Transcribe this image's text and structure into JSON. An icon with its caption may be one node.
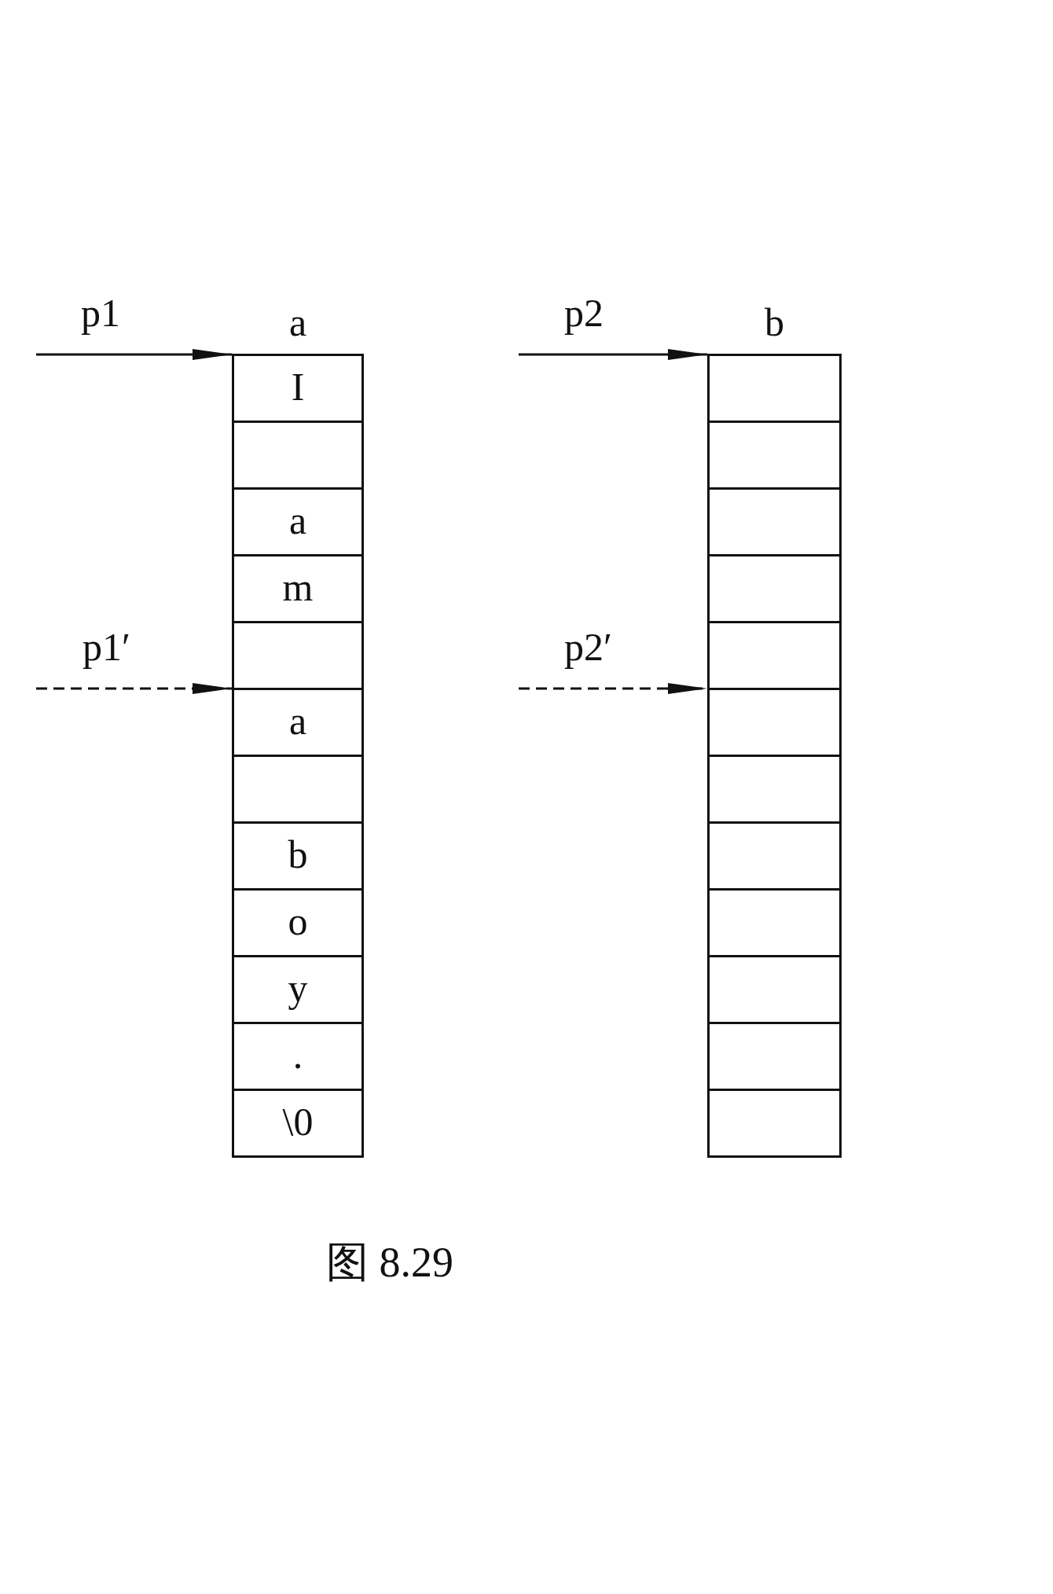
{
  "diagram": {
    "caption": "图 8.29",
    "nodes": [
      {
        "text": [
          "p1"
        ]
      },
      {
        "text": [
          "a"
        ]
      },
      {
        "text": [
          "I"
        ],
        "in": 1
      },
      {
        "text": [],
        "shape": "box",
        "in": 1
      },
      {
        "text": [
          "a"
        ],
        "in": 1
      },
      {
        "text": [
          "m"
        ],
        "in": 1
      },
      {
        "text": [],
        "shape": "box",
        "in": 1
      },
      {
        "text": [
          "a"
        ],
        "in": 1
      },
      {
        "text": [],
        "shape": "box",
        "in": 1
      },
      {
        "text": [
          "b"
        ],
        "in": 1
      },
      {
        "text": [
          "o"
        ],
        "in": 1
      },
      {
        "text": [
          "y"
        ],
        "in": 1
      },
      {
        "text": [
          "."
        ],
        "in": 1
      },
      {
        "text": [
          "\\0"
        ],
        "in": 1
      },
      {
        "text": [
          "p1′"
        ]
      },
      {
        "text": [
          "p2"
        ]
      },
      {
        "text": [
          "b"
        ]
      },
      {
        "text": [],
        "shape": "box",
        "in": 16
      },
      {
        "text": [],
        "shape": "box",
        "in": 16
      },
      {
        "text": [],
        "shape": "box",
        "in": 16
      },
      {
        "text": [],
        "shape": "box",
        "in": 16
      },
      {
        "text": [],
        "shape": "box",
        "in": 16
      },
      {
        "text": [],
        "shape": "box",
        "in": 16
      },
      {
        "text": [],
        "shape": "box",
        "in": 16
      },
      {
        "text": [],
        "shape": "box",
        "in": 16
      },
      {
        "text": [],
        "shape": "box",
        "in": 16
      },
      {
        "text": [],
        "shape": "box",
        "in": 16
      },
      {
        "text": [],
        "shape": "box",
        "in": 16
      },
      {
        "text": [],
        "shape": "box",
        "in": 16
      },
      {
        "text": [
          "p2′"
        ]
      }
    ],
    "edges": [
      {
        "from": 0,
        "to": 2,
        "arrow": "to"
      },
      {
        "from": 14,
        "to": 7,
        "arrow": "to",
        "style": "dashed"
      },
      {
        "from": 15,
        "to": 17,
        "arrow": "to"
      },
      {
        "from": 29,
        "to": 22,
        "arrow": "to",
        "style": "dashed"
      }
    ]
  }
}
